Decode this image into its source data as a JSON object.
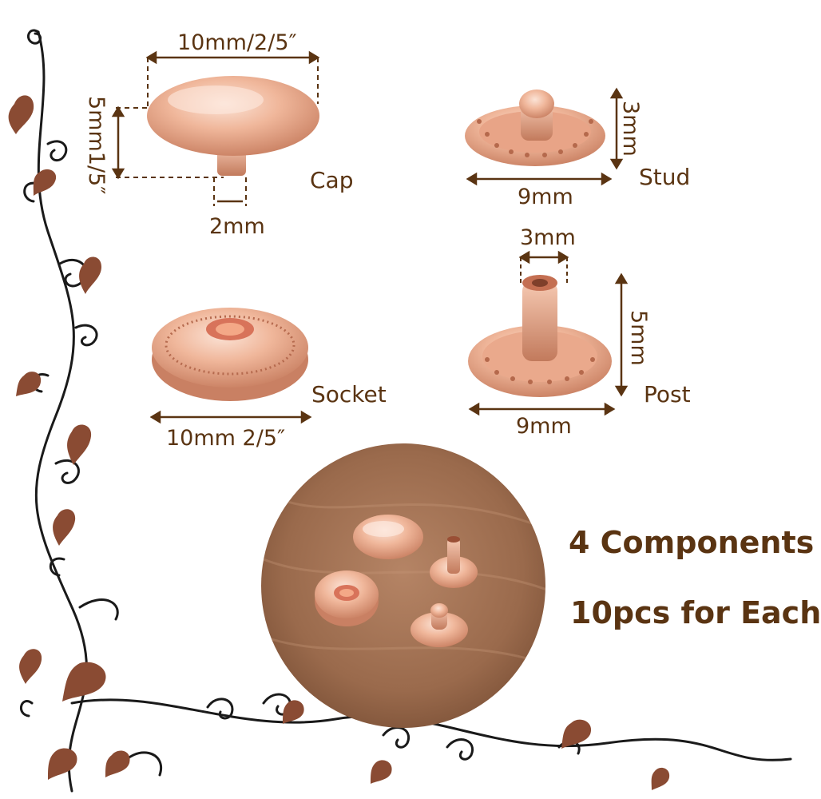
{
  "cap": {
    "label": "Cap",
    "diameter": "10mm/2/5″",
    "height": "5mm1/5″",
    "post": "2mm"
  },
  "stud": {
    "label": "Stud",
    "height": "3mm",
    "width": "9mm"
  },
  "socket": {
    "label": "Socket",
    "diameter": "10mm 2/5″"
  },
  "post": {
    "label": "Post",
    "top_width": "3mm",
    "height": "5mm",
    "width": "9mm"
  },
  "info": {
    "components": "4 Components",
    "quantity": "10pcs for Each"
  },
  "colors": {
    "text": "#5a3412",
    "rose_gold": "#e9a88c",
    "heart": "#8a4b33",
    "vine": "#1a1a1a",
    "fabric": "#9a6a4c"
  }
}
